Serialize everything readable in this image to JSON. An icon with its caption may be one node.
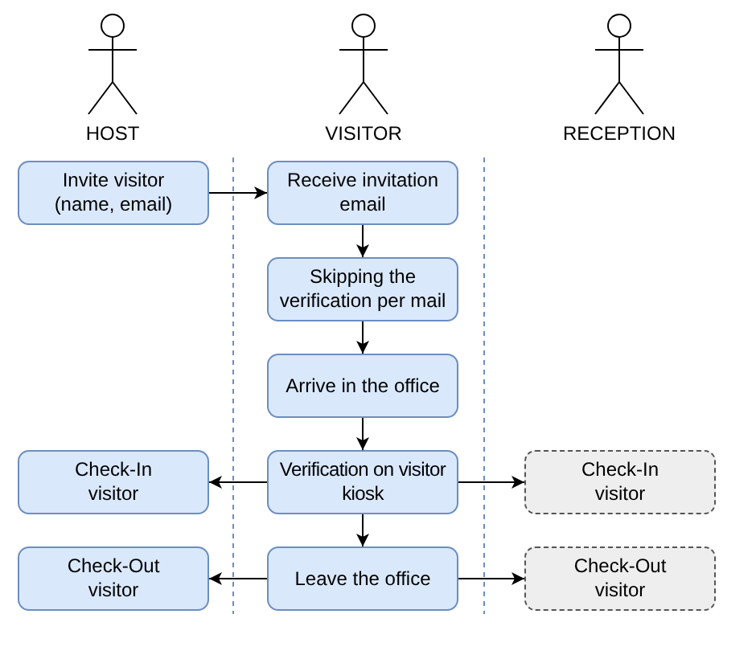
{
  "diagram": {
    "nodes": [
      {
        "text": [
          "HOST"
        ]
      },
      {
        "text": [
          "VISITOR"
        ]
      },
      {
        "text": [
          "RECEPTION"
        ]
      },
      {
        "text": [
          "Invite visitor (name, email)"
        ]
      },
      {
        "text": [
          "Receive invitation email"
        ]
      },
      {
        "text": [
          "Skipping the verification per mail"
        ]
      },
      {
        "text": [
          "Arrive in the office"
        ]
      },
      {
        "text": [
          "Check-In visitor"
        ]
      },
      {
        "text": [
          "Verification on visitor kiosk"
        ]
      },
      {
        "text": [
          "Check-In visitor"
        ]
      },
      {
        "text": [
          "Check-Out visitor"
        ]
      },
      {
        "text": [
          "Leave the office"
        ]
      },
      {
        "text": [
          "Check-Out visitor"
        ]
      }
    ],
    "edges": [
      {
        "from": 3,
        "to": 4,
        "arrow": "to"
      },
      {
        "from": 4,
        "to": 5,
        "arrow": "to"
      },
      {
        "from": 5,
        "to": 6,
        "arrow": "to"
      },
      {
        "from": 6,
        "to": 8,
        "arrow": "to"
      },
      {
        "from": 8,
        "to": 7,
        "arrow": "to"
      },
      {
        "from": 8,
        "to": 9,
        "arrow": "to"
      },
      {
        "from": 8,
        "to": 11,
        "arrow": "to"
      },
      {
        "from": 11,
        "to": 10,
        "arrow": "to"
      },
      {
        "from": 11,
        "to": 12,
        "arrow": "to"
      }
    ]
  }
}
